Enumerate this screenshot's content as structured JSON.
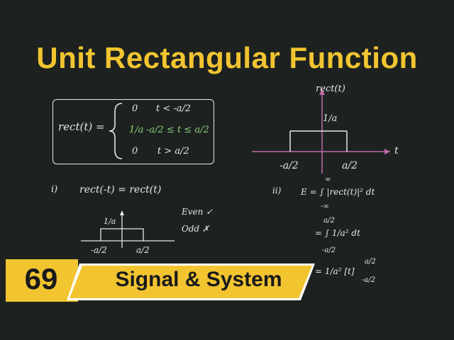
{
  "title": "Unit Rectangular Function",
  "definition": {
    "lhs": "rect(t) =",
    "cases": [
      {
        "value": "0",
        "condition": "t < -a/2"
      },
      {
        "value": "1/a",
        "condition": "-a/2 ≤ t ≤ a/2"
      },
      {
        "value": "0",
        "condition": "t > a/2"
      }
    ]
  },
  "main_graph": {
    "ylabel": "rect(t)",
    "xlabel": "t",
    "height_label": "1/a",
    "tick_left": "-a/2",
    "tick_right": "a/2"
  },
  "property_i": {
    "marker": "i)",
    "equation": "rect(-t) = rect(t)",
    "height_label": "1/a",
    "tick_left": "-a/2",
    "tick_right": "a/2",
    "even_label": "Even ✓",
    "odd_label": "Odd ✗"
  },
  "property_ii": {
    "marker": "ii)",
    "lines": [
      "E = ∫ |rect(t)|² dt",
      "= ∫ 1/a² dt",
      "= 1/a² [t]"
    ],
    "limits_1": {
      "upper": "∞",
      "lower": "-∞"
    },
    "limits_2": {
      "upper": "a/2",
      "lower": "-a/2"
    },
    "limits_3": {
      "upper": "a/2",
      "lower": "-a/2"
    }
  },
  "badge": {
    "number": "69",
    "subtitle": "Signal & System",
    "number_color": "#f2c430",
    "subtitle_color": "#f2c430"
  }
}
